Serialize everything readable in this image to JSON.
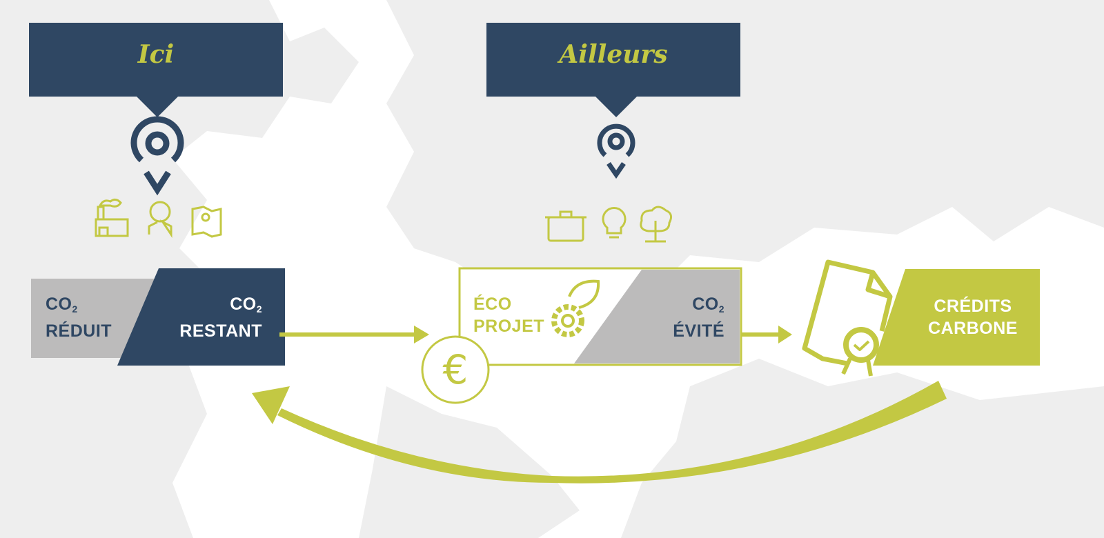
{
  "colors": {
    "navy": "#2f4763",
    "lime": "#c3c843",
    "grey": "#bcbbbb",
    "map": "#eeeeee"
  },
  "here": {
    "title": "Ici",
    "icons": [
      "factory-icon",
      "person-icon",
      "map-icon"
    ]
  },
  "elsewhere": {
    "title": "Ailleurs",
    "icons": [
      "pot-icon",
      "lightbulb-icon",
      "tree-icon"
    ]
  },
  "reduced": {
    "line1": "CO",
    "sub": "2",
    "line2": "RÉDUIT"
  },
  "remaining": {
    "line1": "CO",
    "sub": "2",
    "line2": "RESTANT"
  },
  "eco_project": {
    "line1": "ÉCO",
    "line2": "PROJET"
  },
  "avoided": {
    "line1": "CO",
    "sub": "2",
    "line2": "ÉVITÉ"
  },
  "credits": {
    "line1": "CRÉDITS",
    "line2": "CARBONE"
  },
  "euro": {
    "symbol": "€"
  }
}
